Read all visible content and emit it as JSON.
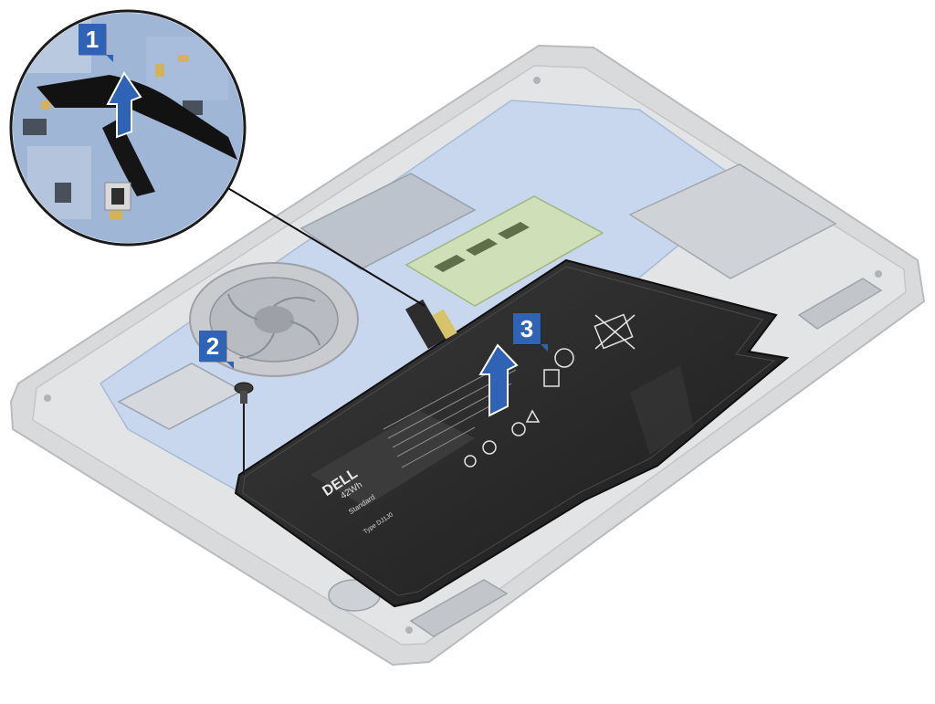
{
  "steps": [
    {
      "number": "1",
      "description": "disconnect battery cable"
    },
    {
      "number": "2",
      "description": "remove captive screw"
    },
    {
      "number": "3",
      "description": "lift battery out"
    }
  ],
  "battery": {
    "brand": "DELL",
    "capacity": "42Wh",
    "type_label": "Standard",
    "model": "Type DJ1J0"
  },
  "colors": {
    "step_badge": "#2f63b5",
    "battery_body": "#2a2a2a",
    "board": "#c7d6ec",
    "chassis": "#d7d8da"
  }
}
